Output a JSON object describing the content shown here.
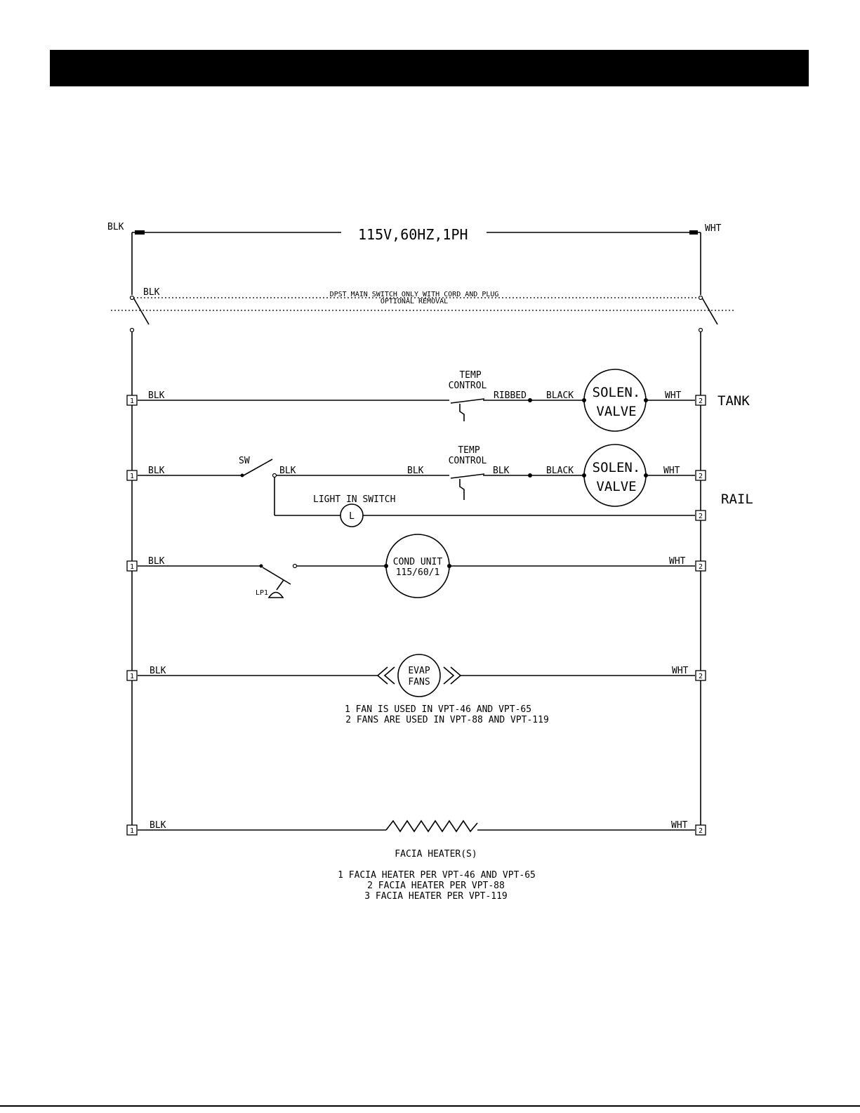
{
  "header": {
    "title": ""
  },
  "diagram": {
    "supply": {
      "left_wire": "BLK",
      "right_wire": "WHT",
      "rating": "115V,60HZ,1PH"
    },
    "main_switch": {
      "wire": "BLK",
      "note_line1": "DPST MAIN SWITCH ONLY WITH CORD AND PLUG",
      "note_line2": "OPTIONAL REMOVAL"
    },
    "terminals": {
      "left": "1",
      "right": "2"
    },
    "tank_row": {
      "wire_left": "BLK",
      "temp_control_line1": "TEMP",
      "temp_control_line2": "CONTROL",
      "wire_mid": "RIBBED",
      "wire_black": "BLACK",
      "solenoid_line1": "SOLEN.",
      "solenoid_line2": "VALVE",
      "wire_right": "WHT",
      "label": "TANK"
    },
    "rail_row": {
      "wire_left": "BLK",
      "switch_label": "SW",
      "wire_after_switch": "BLK",
      "wire_before_control": "BLK",
      "temp_control_line1": "TEMP",
      "temp_control_line2": "CONTROL",
      "wire_after_control": "BLK",
      "wire_black": "BLACK",
      "solenoid_line1": "SOLEN.",
      "solenoid_line2": "VALVE",
      "wire_right": "WHT",
      "label": "RAIL",
      "light_label": "LIGHT IN SWITCH",
      "light_symbol": "L"
    },
    "cond_row": {
      "wire_left": "BLK",
      "pressure_label": "LP1",
      "unit_line1": "COND UNIT",
      "unit_line2": "115/60/1",
      "wire_right": "WHT"
    },
    "evap_row": {
      "wire_left": "BLK",
      "fans_line1": "EVAP",
      "fans_line2": "FANS",
      "wire_right": "WHT",
      "note_line1": "1 FAN IS USED IN VPT-46 AND VPT-65",
      "note_line2": "2 FANS ARE USED IN VPT-88 AND VPT-119"
    },
    "heater_row": {
      "wire_left": "BLK",
      "wire_right": "WHT",
      "label": "FACIA HEATER(S)",
      "note_line1": "1 FACIA HEATER PER VPT-46 AND VPT-65",
      "note_line2": "2 FACIA HEATER PER VPT-88",
      "note_line3": "3 FACIA HEATER PER VPT-119"
    }
  }
}
